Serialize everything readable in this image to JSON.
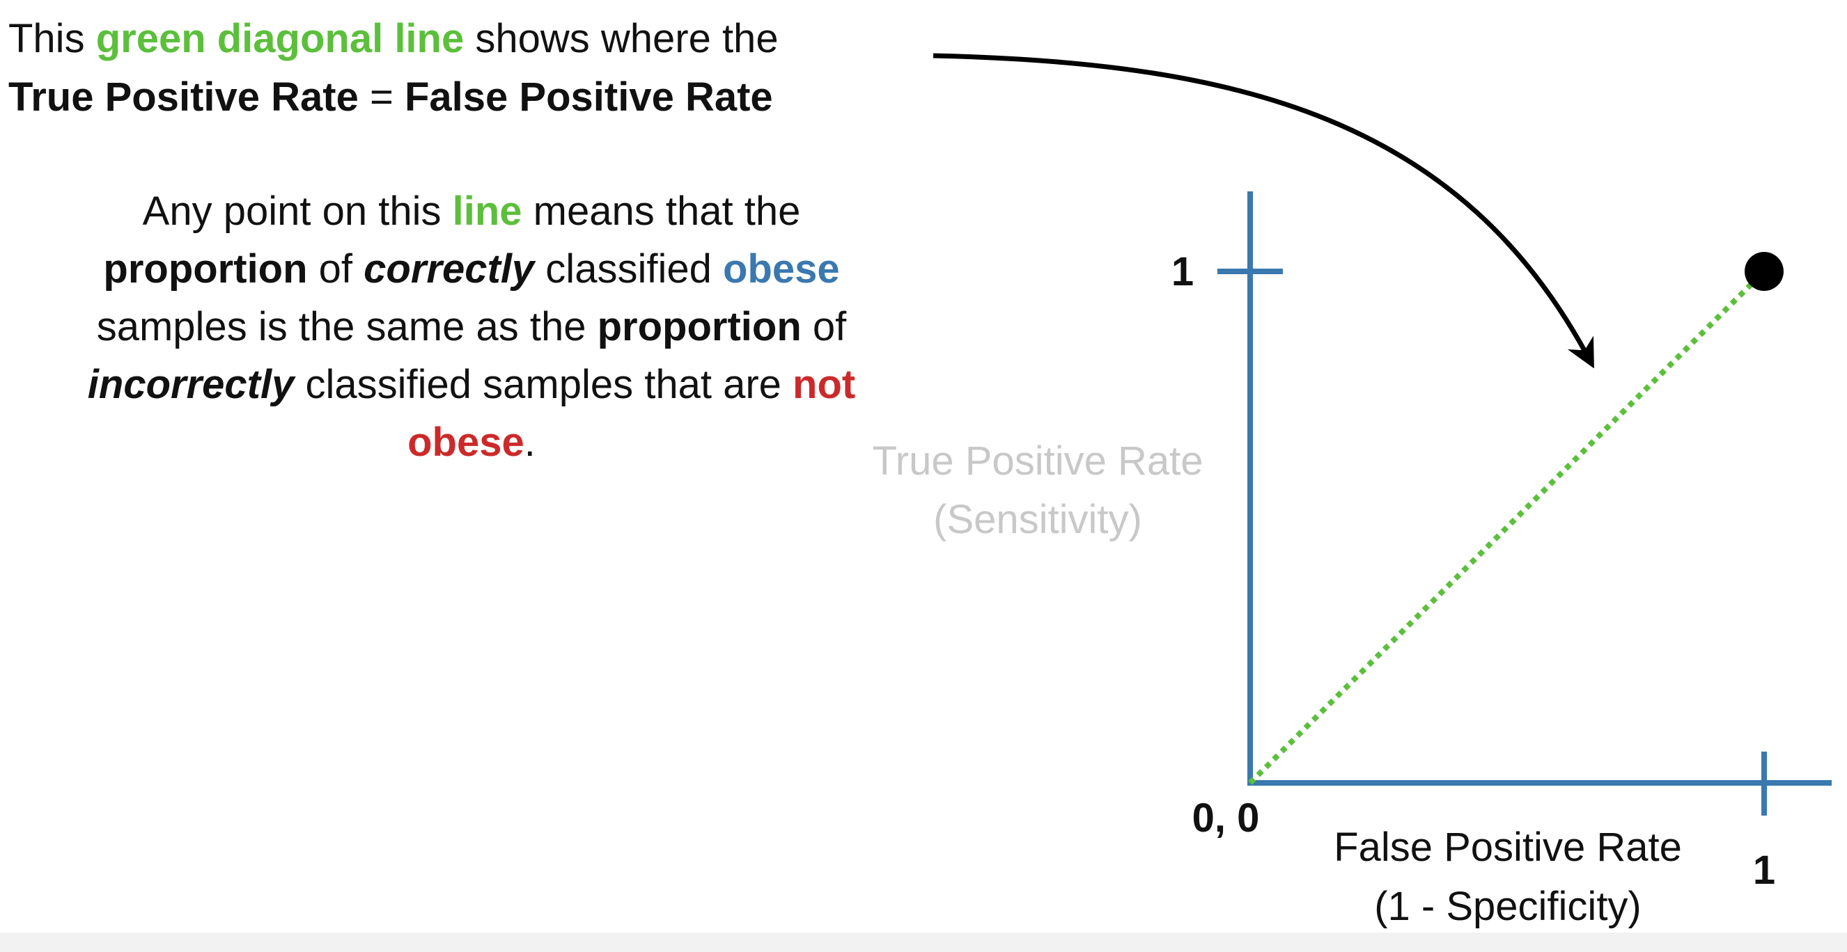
{
  "callout": {
    "line1": {
      "a": "This ",
      "green": "green diagonal line",
      "b": " shows where the"
    },
    "line2": {
      "tpr": "True Positive Rate",
      "eq": " = ",
      "fpr": "False Positive Rate"
    }
  },
  "explanation": {
    "p1": "Any point on this ",
    "line_word": "line",
    "p2": " means that the",
    "proportion1": "proportion",
    "p3": " of ",
    "correctly": "correctly",
    "p4": " classified ",
    "obese1": "obese",
    "p5": "samples is the same as the ",
    "proportion2": "proportion",
    "p6": " of",
    "incorrectly": "incorrectly",
    "p7": " classified samples that are ",
    "not": "not",
    "obese2": "obese",
    "period": "."
  },
  "chart_data": {
    "type": "line",
    "title": "",
    "xlabel": [
      "False Positive Rate",
      "(1 - Specificity)"
    ],
    "ylabel": [
      "True Positive Rate",
      "(Sensitivity)"
    ],
    "origin_label": "0, 0",
    "x_tick_labels": [
      "1"
    ],
    "y_tick_labels": [
      "1"
    ],
    "xlim": [
      0,
      1
    ],
    "ylim": [
      0,
      1
    ],
    "grid": false,
    "series": [
      {
        "style": "dotted",
        "x": [
          0,
          1
        ],
        "y": [
          0,
          1
        ],
        "color": "#5cbf3c"
      }
    ],
    "points": [
      {
        "x": 1,
        "y": 1
      }
    ],
    "colors": {
      "axis": "#3a78b0",
      "diagonal": "#5cbf3c",
      "point": "#000000",
      "ylabel": "#c8c8c8"
    }
  }
}
